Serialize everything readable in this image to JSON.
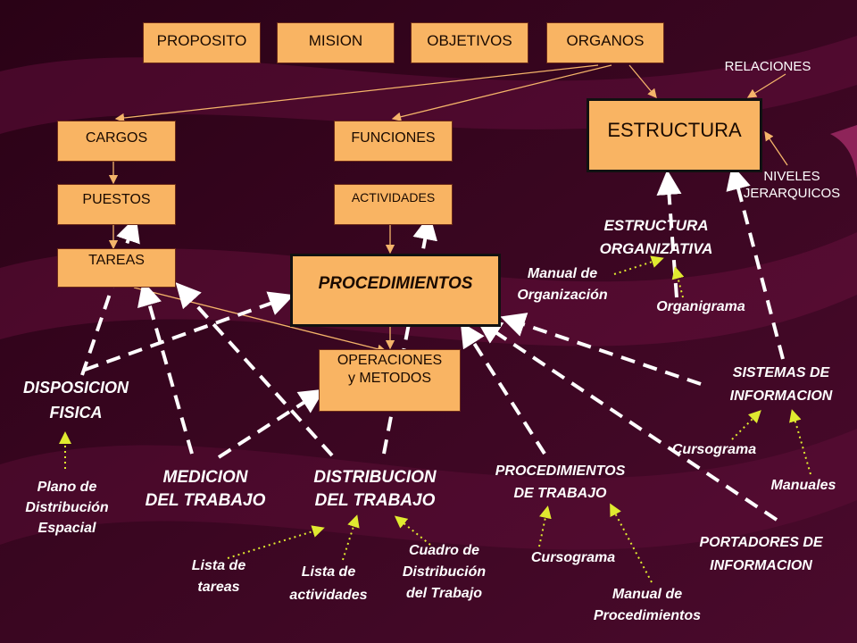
{
  "top_boxes": {
    "proposito": "PROPOSITO",
    "mision": "MISION",
    "objetivos": "OBJETIVOS",
    "organos": "ORGANOS"
  },
  "boxes": {
    "estructura": "ESTRUCTURA",
    "cargos": "CARGOS",
    "puestos": "PUESTOS",
    "tareas": "TAREAS",
    "funciones": "FUNCIONES",
    "actividades": "ACTIVIDADES",
    "procedimientos": "PROCEDIMIENTOS",
    "operaciones_line1": "OPERACIONES",
    "operaciones_line2": "y METODOS"
  },
  "labels": {
    "relaciones": "RELACIONES",
    "niveles_line1": "NIVELES",
    "niveles_line2": "JERARQUICOS",
    "estructura_org_line1": "ESTRUCTURA",
    "estructura_org_line2": "ORGANIZATIVA",
    "manual_org_line1": "Manual de",
    "manual_org_line2": "Organización",
    "organigrama": "Organigrama",
    "sistemas_line1": "SISTEMAS DE",
    "sistemas_line2": "INFORMACION",
    "cursograma_right": "Cursograma",
    "manuales": "Manuales",
    "portadores_line1": "PORTADORES DE",
    "portadores_line2": "INFORMACION",
    "disposicion_line1": "DISPOSICION",
    "disposicion_line2": "FISICA",
    "plano_line1": "Plano de",
    "plano_line2": "Distribución",
    "plano_line3": "Espacial",
    "medicion_line1": "MEDICION",
    "medicion_line2": "DEL TRABAJO",
    "distribucion_line1": "DISTRIBUCION",
    "distribucion_line2": "DEL TRABAJO",
    "proc_trabajo_line1": "PROCEDIMIENTOS",
    "proc_trabajo_line2": "DE TRABAJO",
    "lista_tareas_line1": "Lista de",
    "lista_tareas_line2": "tareas",
    "lista_act_line1": "Lista de",
    "lista_act_line2": "actividades",
    "cuadro_line1": "Cuadro de",
    "cuadro_line2": "Distribución",
    "cuadro_line3": "del Trabajo",
    "cursograma_bottom": "Cursograma",
    "manual_proc_line1": "Manual de",
    "manual_proc_line2": "Procedimientos"
  },
  "colors": {
    "background": "#3a0420",
    "box_fill": "#f9b463",
    "connector": "#f4b46a",
    "dashed": "#ffffff",
    "dotted": "#d6e21c"
  }
}
